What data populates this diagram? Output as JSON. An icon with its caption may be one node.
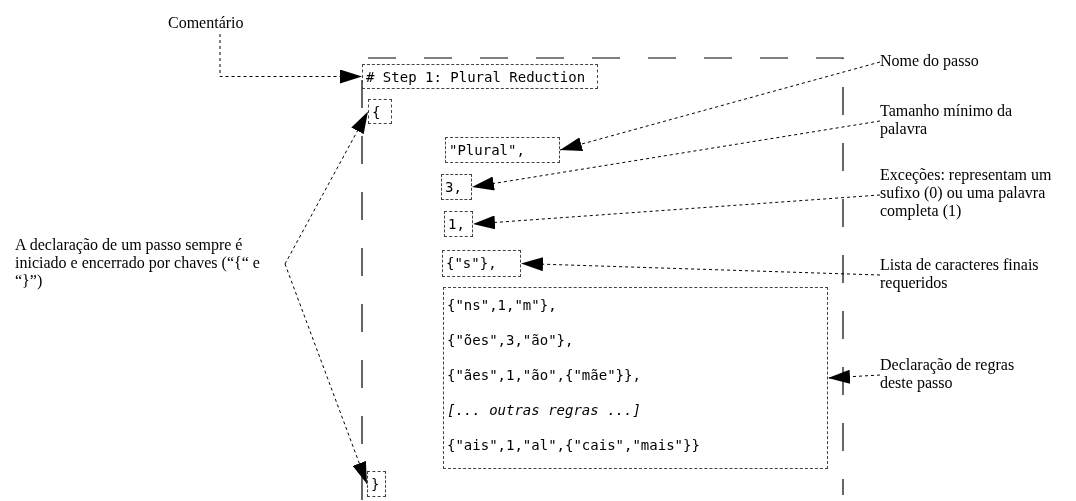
{
  "diagram": {
    "nodes": [
      {
        "text": [
          "Comentário"
        ]
      },
      {
        "text": [
          "# Step 1: Plural Reduction"
        ]
      },
      {
        "text": [
          "{"
        ]
      },
      {
        "text": [
          "\"Plural\","
        ]
      },
      {
        "text": [
          "3,"
        ]
      },
      {
        "text": [
          "1,"
        ]
      },
      {
        "text": [
          "{\"s\"},"
        ]
      },
      {
        "text": [
          "{\"ns\",1,\"m\"},",
          "{\"ões\",3,\"ão\"},",
          "{\"ães\",1,\"ão\",{\"mãe\"}},",
          "[... outras regras ...]",
          "{\"ais\",1,\"al\",{\"cais\",\"mais\"}}"
        ]
      },
      {
        "text": [
          "}"
        ]
      },
      {
        "text": [
          "Nome do passo"
        ]
      },
      {
        "text": [
          "Tamanho mínimo da palavra"
        ]
      },
      {
        "text": [
          "Exceções: representam um sufixo (0) ou uma palavra completa (1)"
        ]
      },
      {
        "text": [
          "Lista de caracteres finais requeridos"
        ]
      },
      {
        "text": [
          "Declaração de regras deste passo"
        ]
      },
      {
        "text": [
          "A declaração de um passo sempre é iniciado e encerrado por chaves (“{“ e “}”)"
        ]
      }
    ],
    "edges": [
      {
        "from": 0,
        "to": 1,
        "arrow": "to"
      },
      {
        "from": 9,
        "to": 3,
        "arrow": "to"
      },
      {
        "from": 10,
        "to": 4,
        "arrow": "to"
      },
      {
        "from": 11,
        "to": 5,
        "arrow": "to"
      },
      {
        "from": 12,
        "to": 6,
        "arrow": "to"
      },
      {
        "from": 13,
        "to": 7,
        "arrow": "to"
      },
      {
        "from": 14,
        "to": 2,
        "arrow": "to"
      },
      {
        "from": 14,
        "to": 8,
        "arrow": "to"
      }
    ]
  }
}
